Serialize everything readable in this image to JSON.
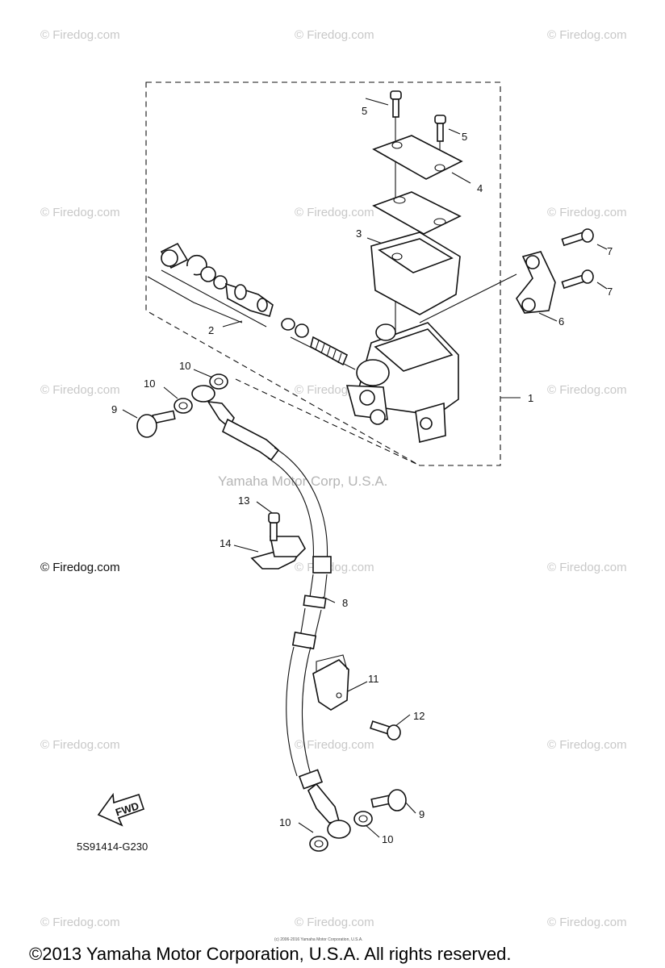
{
  "watermarks": [
    "© Firedog.com"
  ],
  "firedog_label": "© Firedog.com",
  "corp_watermark": "Yamaha Motor Corp, U.S.A.",
  "callouts": [
    {
      "id": "c1",
      "label": "1"
    },
    {
      "id": "c2",
      "label": "2"
    },
    {
      "id": "c3",
      "label": "3"
    },
    {
      "id": "c4",
      "label": "4"
    },
    {
      "id": "c5a",
      "label": "5"
    },
    {
      "id": "c5b",
      "label": "5"
    },
    {
      "id": "c6",
      "label": "6"
    },
    {
      "id": "c7a",
      "label": "7"
    },
    {
      "id": "c7b",
      "label": "7"
    },
    {
      "id": "c8",
      "label": "8"
    },
    {
      "id": "c9a",
      "label": "9"
    },
    {
      "id": "c9b",
      "label": "9"
    },
    {
      "id": "c10a",
      "label": "10"
    },
    {
      "id": "c10b",
      "label": "10"
    },
    {
      "id": "c10c",
      "label": "10"
    },
    {
      "id": "c10d",
      "label": "10"
    },
    {
      "id": "c11",
      "label": "11"
    },
    {
      "id": "c12",
      "label": "12"
    },
    {
      "id": "c13",
      "label": "13"
    },
    {
      "id": "c14",
      "label": "14"
    }
  ],
  "fwd_label": "FWD",
  "diagram_code": "5S91414-G230",
  "fine_print": "(c) 2006-2016 Yamaha Motor Corporation, U.S.A.",
  "copyright": "©2013 Yamaha Motor Corporation, U.S.A. All rights reserved."
}
